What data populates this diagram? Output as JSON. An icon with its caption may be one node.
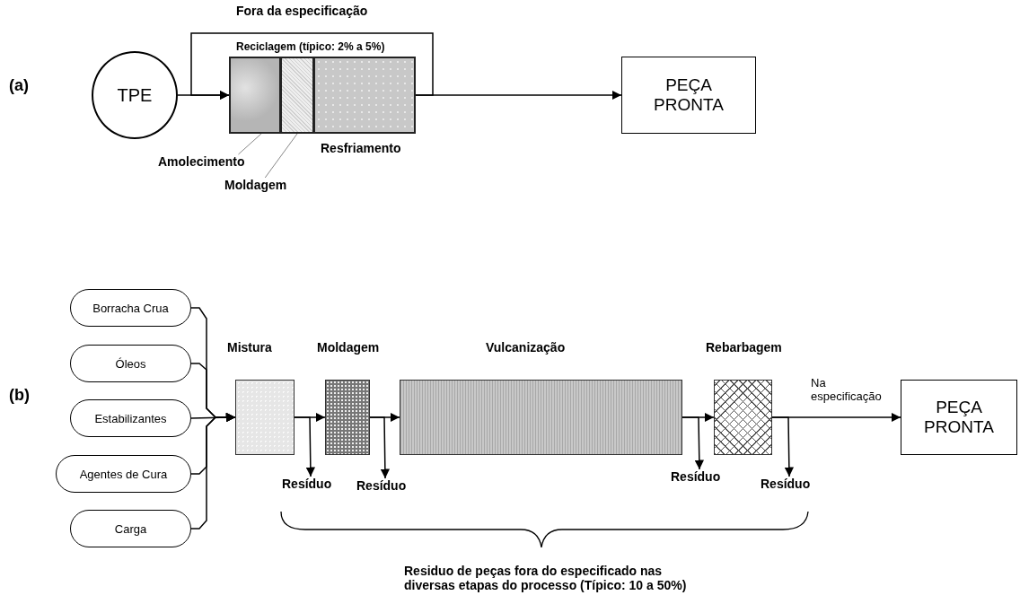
{
  "diagram": {
    "nodes": [
      {
        "text": [
          "TPE"
        ]
      },
      {
        "text": [],
        "shape": "box"
      },
      {
        "text": [],
        "shape": "box"
      },
      {
        "text": [
          "Resfriamento"
        ]
      },
      {
        "text": [
          "Amolecimento"
        ]
      },
      {
        "text": [
          "Moldagem"
        ]
      },
      {
        "text": [
          "PEÇA PRONTA"
        ]
      },
      {
        "text": [
          "Borracha Crua"
        ]
      },
      {
        "text": [
          "Óleos"
        ]
      },
      {
        "text": [
          "Estabilizantes"
        ]
      },
      {
        "text": [
          "Agentes de Cura"
        ]
      },
      {
        "text": [
          "Carga"
        ]
      },
      {
        "text": [
          "Mistura"
        ]
      },
      {
        "text": [
          "Moldagem"
        ]
      },
      {
        "text": [
          "Vulcanização"
        ]
      },
      {
        "text": [
          "Rebarbagem"
        ]
      },
      {
        "text": [
          "PEÇA PRONTA"
        ]
      },
      {
        "text": [
          "Resíduo"
        ]
      },
      {
        "text": [
          "Resíduo"
        ]
      },
      {
        "text": [
          "Resíduo"
        ]
      },
      {
        "text": [
          "Resíduo"
        ]
      }
    ],
    "edges": [
      {
        "from": 3,
        "to": 1,
        "arrow": "to",
        "label": "Fora da especificação"
      },
      {
        "from": 0,
        "to": 1,
        "arrow": "to"
      },
      {
        "from": 3,
        "to": 6,
        "arrow": "to"
      },
      {
        "from": 4,
        "to": 1,
        "arrow": "none",
        "color": "#888888"
      },
      {
        "from": 5,
        "to": 2,
        "arrow": "none",
        "color": "#888888"
      },
      {
        "from": 7,
        "to": 12,
        "arrow": "to"
      },
      {
        "from": 8,
        "to": 12,
        "arrow": "to"
      },
      {
        "from": 9,
        "to": 12,
        "arrow": "to"
      },
      {
        "from": 10,
        "to": 12,
        "arrow": "to"
      },
      {
        "from": 11,
        "to": 12,
        "arrow": "to"
      },
      {
        "from": 12,
        "to": 13,
        "arrow": "to"
      },
      {
        "from": 12,
        "to": 17,
        "arrow": "to"
      },
      {
        "from": 13,
        "to": 14,
        "arrow": "to"
      },
      {
        "from": 13,
        "to": 18,
        "arrow": "to"
      },
      {
        "from": 14,
        "to": 15,
        "arrow": "to"
      },
      {
        "from": 14,
        "to": 19,
        "arrow": "to"
      },
      {
        "from": 15,
        "to": 16,
        "arrow": "to",
        "label": "Na especificação"
      },
      {
        "from": 15,
        "to": 20,
        "arrow": "to"
      }
    ],
    "labels": [
      "(a)",
      "Reciclagem (típico: 2% a 5%)",
      "(b)",
      "Residuo de peças fora do especificado nas diversas etapas do processo (Típico: 10 a 50%)"
    ]
  }
}
